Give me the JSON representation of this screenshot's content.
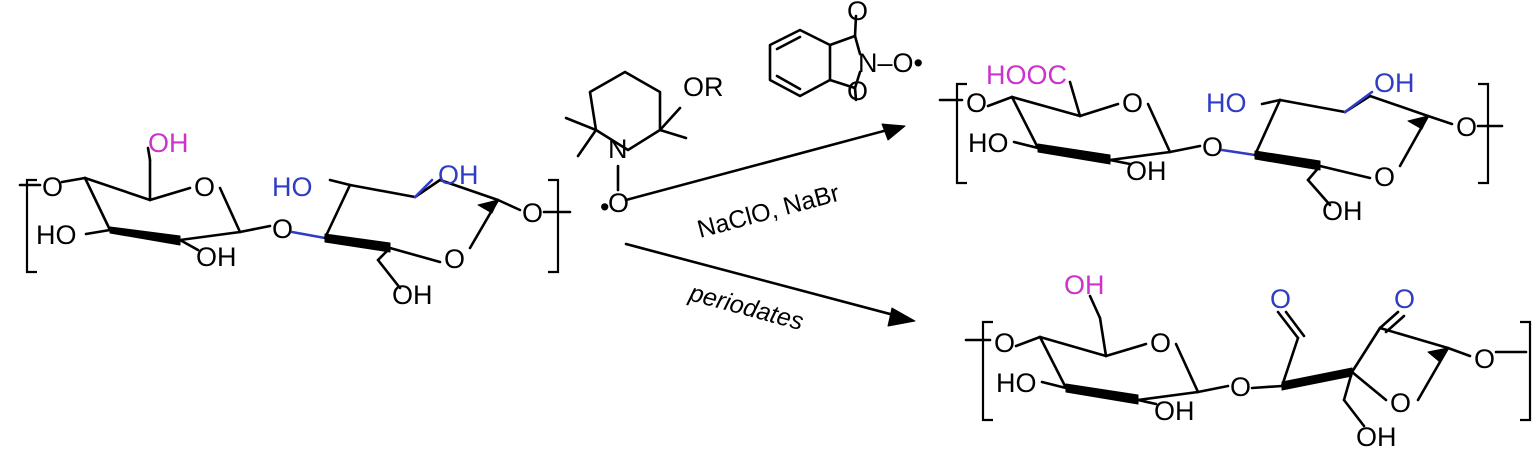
{
  "colors": {
    "primary_oh": "#cc33cc",
    "secondary_oh": "#2f3cc4",
    "bond": "#000000"
  },
  "labels": {
    "o": "O",
    "oh": "OH",
    "ho": "HO",
    "n": "N",
    "or": "OR",
    "nitroxyl_o": "O",
    "radical": "•",
    "cooh": "HOOC",
    "aldehyde_o": "O",
    "imide_o": "O",
    "imide_n_o": "N–O•"
  },
  "conditions": {
    "top": "NaClO, NaBr",
    "bottom": "periodates"
  }
}
